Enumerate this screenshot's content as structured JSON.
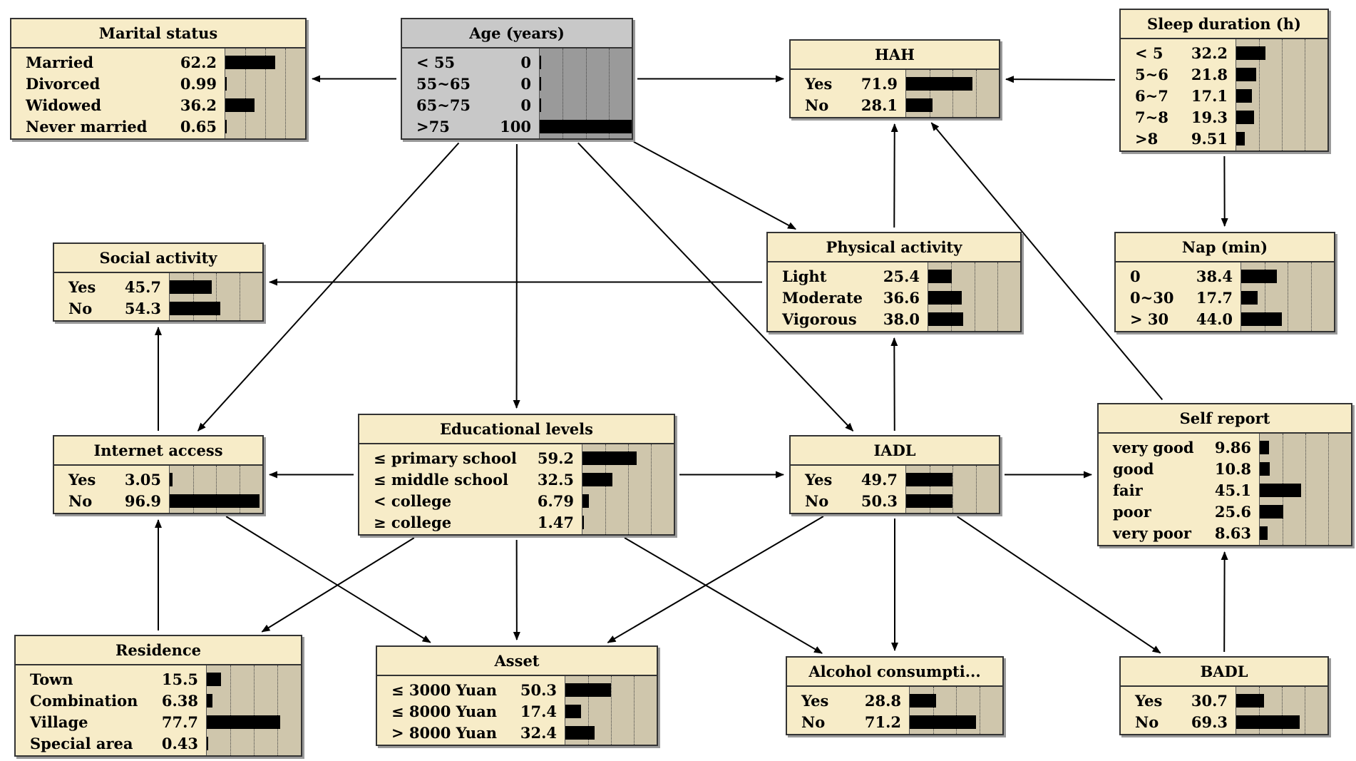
{
  "nodes": [
    {
      "id": "marital",
      "title": "Marital status",
      "states": [
        {
          "label": "Married",
          "value": "62.2"
        },
        {
          "label": "Divorced",
          "value": "0.99"
        },
        {
          "label": "Widowed",
          "value": "36.2"
        },
        {
          "label": "Never married",
          "value": "0.65"
        }
      ]
    },
    {
      "id": "age",
      "title": "Age (years)",
      "selected": true,
      "states": [
        {
          "label": "< 55",
          "value": "0"
        },
        {
          "label": "55~65",
          "value": "0"
        },
        {
          "label": "65~75",
          "value": "0"
        },
        {
          "label": ">75",
          "value": "100"
        }
      ]
    },
    {
      "id": "hah",
      "title": "HAH",
      "states": [
        {
          "label": "Yes",
          "value": "71.9"
        },
        {
          "label": "No",
          "value": "28.1"
        }
      ]
    },
    {
      "id": "sleep",
      "title": "Sleep duration (h)",
      "states": [
        {
          "label": "< 5",
          "value": "32.2"
        },
        {
          "label": "5~6",
          "value": "21.8"
        },
        {
          "label": "6~7",
          "value": "17.1"
        },
        {
          "label": "7~8",
          "value": "19.3"
        },
        {
          "label": ">8",
          "value": "9.51"
        }
      ]
    },
    {
      "id": "social",
      "title": "Social activity",
      "states": [
        {
          "label": "Yes",
          "value": "45.7"
        },
        {
          "label": "No",
          "value": "54.3"
        }
      ]
    },
    {
      "id": "physical",
      "title": "Physical activity",
      "states": [
        {
          "label": "Light",
          "value": "25.4"
        },
        {
          "label": "Moderate",
          "value": "36.6"
        },
        {
          "label": "Vigorous",
          "value": "38.0"
        }
      ]
    },
    {
      "id": "nap",
      "title": "Nap (min)",
      "states": [
        {
          "label": "0",
          "value": "38.4"
        },
        {
          "label": "0~30",
          "value": "17.7"
        },
        {
          "label": "> 30",
          "value": "44.0"
        }
      ]
    },
    {
      "id": "internet",
      "title": "Internet access",
      "states": [
        {
          "label": "Yes",
          "value": "3.05"
        },
        {
          "label": "No",
          "value": "96.9"
        }
      ]
    },
    {
      "id": "education",
      "title": "Educational levels",
      "states": [
        {
          "label": "≤ primary school",
          "value": "59.2"
        },
        {
          "label": "≤ middle school",
          "value": "32.5"
        },
        {
          "label": "< college",
          "value": "6.79"
        },
        {
          "label": "≥ college",
          "value": "1.47"
        }
      ]
    },
    {
      "id": "iadl",
      "title": "IADL",
      "states": [
        {
          "label": "Yes",
          "value": "49.7"
        },
        {
          "label": "No",
          "value": "50.3"
        }
      ]
    },
    {
      "id": "selfreport",
      "title": "Self report",
      "states": [
        {
          "label": "very good",
          "value": "9.86"
        },
        {
          "label": "good",
          "value": "10.8"
        },
        {
          "label": "fair",
          "value": "45.1"
        },
        {
          "label": "poor",
          "value": "25.6"
        },
        {
          "label": "very poor",
          "value": "8.63"
        }
      ]
    },
    {
      "id": "residence",
      "title": "Residence",
      "states": [
        {
          "label": "Town",
          "value": "15.5"
        },
        {
          "label": "Combination",
          "value": "6.38"
        },
        {
          "label": "Village",
          "value": "77.7"
        },
        {
          "label": "Special area",
          "value": "0.43"
        }
      ]
    },
    {
      "id": "asset",
      "title": "Asset",
      "states": [
        {
          "label": "≤ 3000 Yuan",
          "value": "50.3"
        },
        {
          "label": "≤ 8000 Yuan",
          "value": "17.4"
        },
        {
          "label": "> 8000 Yuan",
          "value": "32.4"
        }
      ]
    },
    {
      "id": "alcohol",
      "title": "Alcohol consumpti...",
      "states": [
        {
          "label": "Yes",
          "value": "28.8"
        },
        {
          "label": "No",
          "value": "71.2"
        }
      ]
    },
    {
      "id": "badl",
      "title": "BADL",
      "states": [
        {
          "label": "Yes",
          "value": "30.7"
        },
        {
          "label": "No",
          "value": "69.3"
        }
      ]
    }
  ],
  "edges": [
    [
      "age",
      "marital"
    ],
    [
      "age",
      "hah"
    ],
    [
      "sleep",
      "hah"
    ],
    [
      "sleep",
      "nap"
    ],
    [
      "age",
      "physical"
    ],
    [
      "age",
      "internet"
    ],
    [
      "age",
      "education"
    ],
    [
      "age",
      "iadl"
    ],
    [
      "physical",
      "social"
    ],
    [
      "physical",
      "hah"
    ],
    [
      "internet",
      "social"
    ],
    [
      "education",
      "internet"
    ],
    [
      "education",
      "iadl"
    ],
    [
      "iadl",
      "physical"
    ],
    [
      "iadl",
      "selfreport"
    ],
    [
      "selfreport",
      "hah"
    ],
    [
      "education",
      "residence"
    ],
    [
      "education",
      "asset"
    ],
    [
      "education",
      "alcohol"
    ],
    [
      "internet",
      "asset"
    ],
    [
      "residence",
      "internet"
    ],
    [
      "iadl",
      "asset"
    ],
    [
      "iadl",
      "alcohol"
    ],
    [
      "iadl",
      "badl"
    ],
    [
      "badl",
      "selfreport"
    ]
  ],
  "colors": {
    "node_fill": "#f7ecc8",
    "selected_fill": "#c8c8c8",
    "bar": "#000000"
  }
}
